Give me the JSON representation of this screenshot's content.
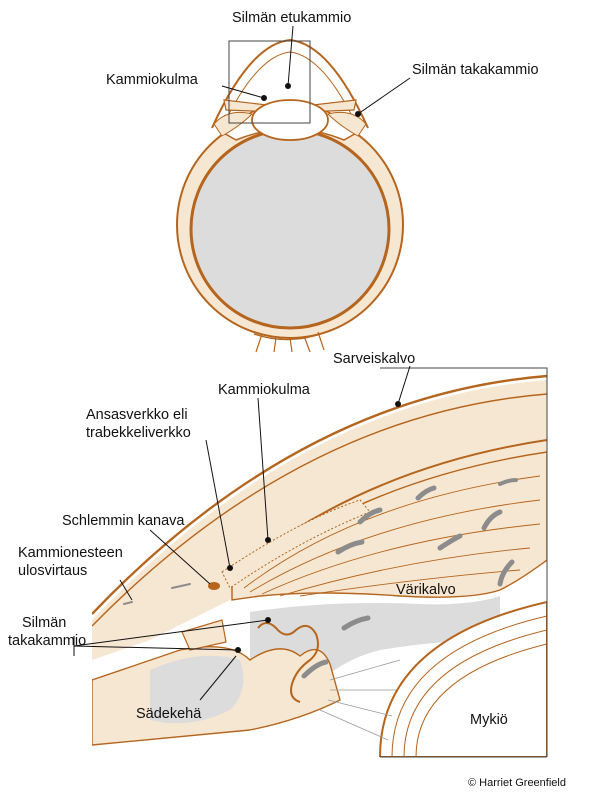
{
  "colors": {
    "tissue_outline": "#b5651d",
    "tissue_fill": "#f6e7d2",
    "fluid_fill": "#dcdcdc",
    "flow_arrow": "#8c8c8c",
    "leader_line": "#111111",
    "inset_frame": "#444444"
  },
  "top_figure": {
    "labels": {
      "anterior_chamber": "Silmän etukammio",
      "chamber_angle": "Kammiokulma",
      "posterior_chamber": "Silmän takakammio"
    },
    "inset_frame_shown": true
  },
  "bottom_figure": {
    "labels": {
      "cornea": "Sarveiskalvo",
      "chamber_angle": "Kammiokulma",
      "trabecular_meshwork_line1": "Ansasverkko eli",
      "trabecular_meshwork_line2": "trabekkeliverkko",
      "schlemm_canal": "Schlemmin kanava",
      "outflow_line1": "Kammionesteen",
      "outflow_line2": "ulosvirtaus",
      "iris": "Värikalvo",
      "posterior_chamber_line1": "Silmän",
      "posterior_chamber_line2": "takakammio",
      "ciliary_body": "Sädekehä",
      "lens": "Mykiö"
    }
  },
  "credit": "© Harriet Greenfield"
}
